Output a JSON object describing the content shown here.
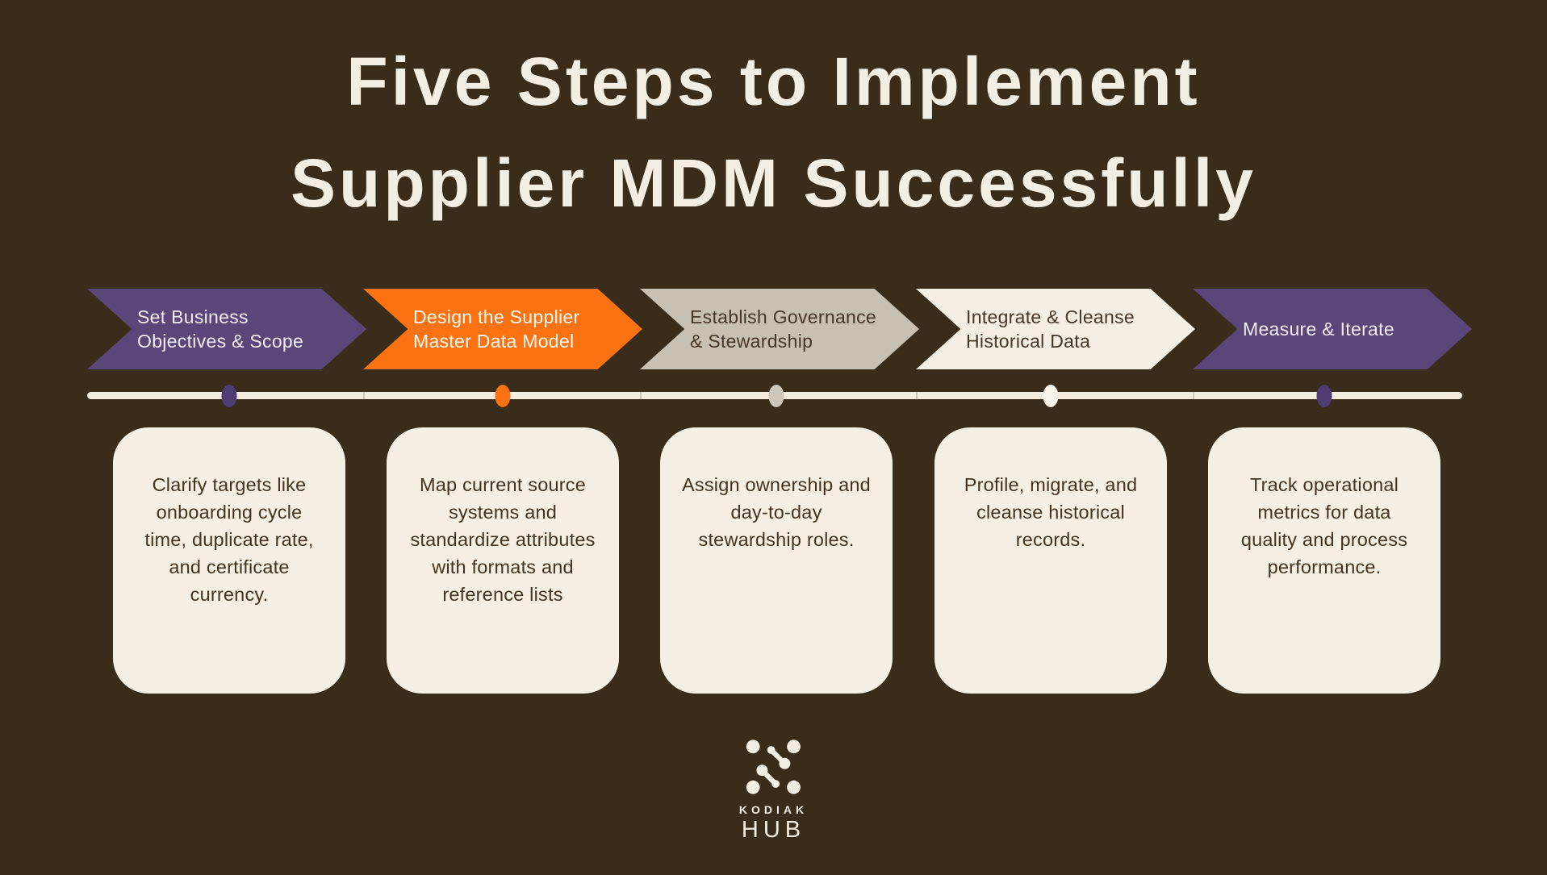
{
  "title": {
    "line1": "Five Steps to Implement",
    "line2": "Supplier MDM Successfully"
  },
  "steps": [
    {
      "arrow_line1": "Set Business",
      "arrow_line2": "Objectives & Scope",
      "card_text": "Clarify targets like onboarding cycle time, duplicate rate, and certificate currency."
    },
    {
      "arrow_line1": "Design the Supplier",
      "arrow_line2": "Master Data Model",
      "card_text": "Map current source systems and standardize attributes with formats and reference lists"
    },
    {
      "arrow_line1": "Establish Governance",
      "arrow_line2": "& Stewardship",
      "card_text": "Assign ownership and day-to-day stewardship roles."
    },
    {
      "arrow_line1": "Integrate & Cleanse",
      "arrow_line2": "Historical Data",
      "card_text": "Profile, migrate, and cleanse historical records."
    },
    {
      "arrow_line1": "Measure & Iterate",
      "arrow_line2": "",
      "card_text": "Track operational metrics for data quality and process performance."
    }
  ],
  "brand": {
    "name_top": "KODIAK",
    "name_bottom": "HUB"
  },
  "colors": {
    "background": "#3a2c1b",
    "title_text": "#f4eee2",
    "purple": "#5b4679",
    "orange": "#fa7212",
    "taupe": "#c9c0b4",
    "cream": "#f6f0e4",
    "dark_text": "#44331f",
    "timeline_line": "#f3ecdf",
    "dot_purple": "#4e3c72",
    "dot_white": "#faf5ea"
  }
}
